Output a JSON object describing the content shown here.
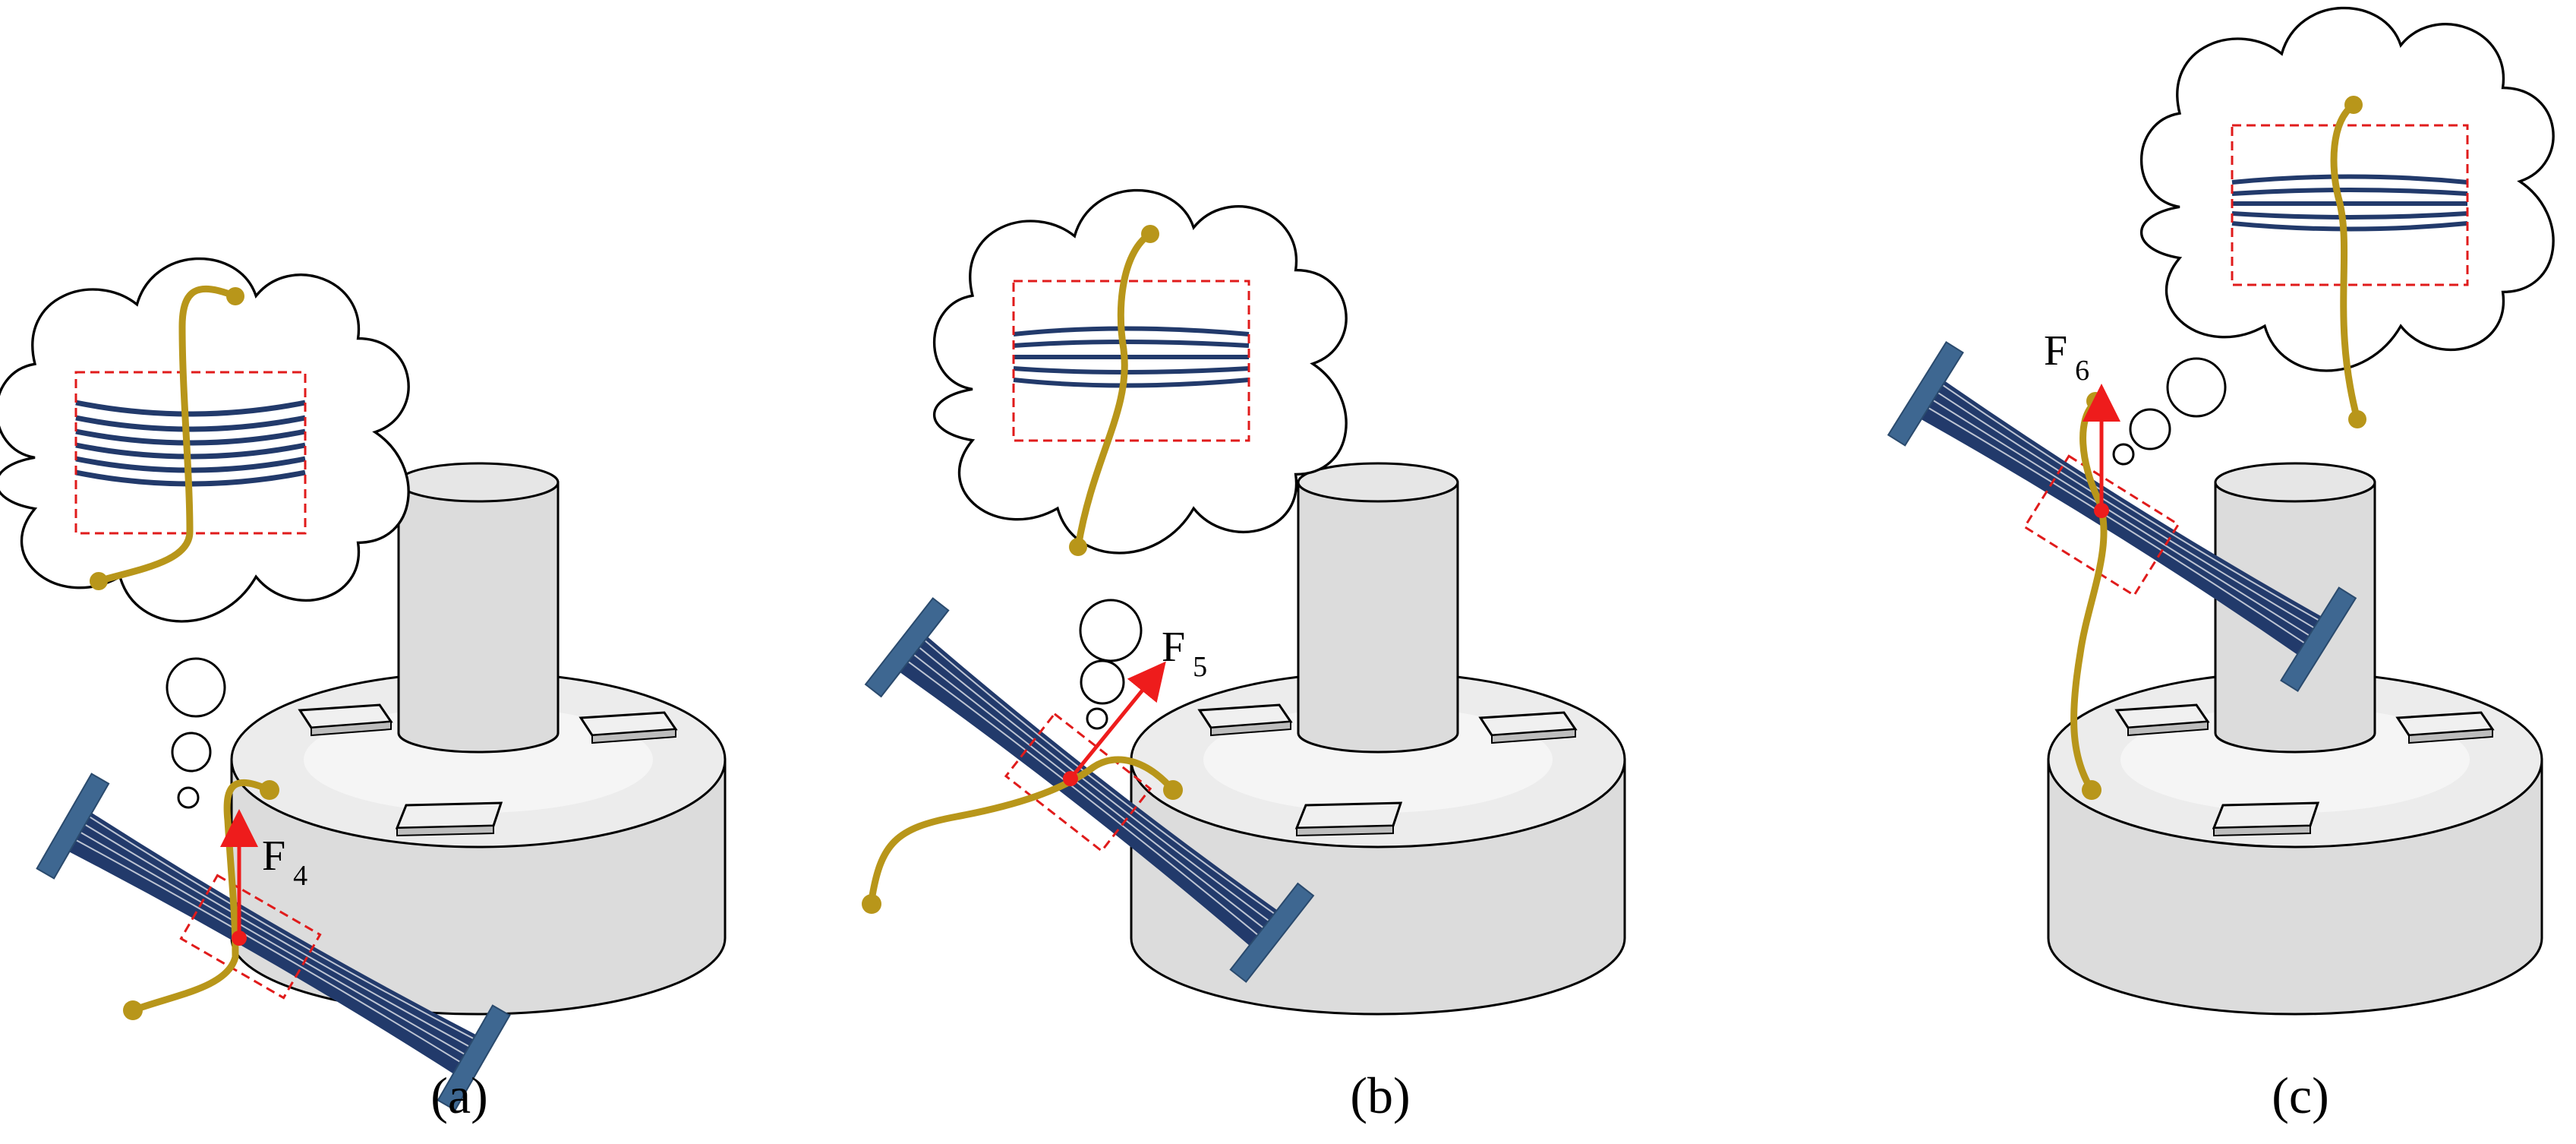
{
  "panels": [
    {
      "id": "a",
      "caption": "(a)",
      "force": {
        "main": "F",
        "sub": "4"
      }
    },
    {
      "id": "b",
      "caption": "(b)",
      "force": {
        "main": "F",
        "sub": "5"
      }
    },
    {
      "id": "c",
      "caption": "(c)",
      "force": {
        "main": "F",
        "sub": "6"
      }
    }
  ],
  "colors": {
    "bundle": "#223a6b",
    "plate": "#3e6791",
    "rope": "#b8961a",
    "force": "#ee1c1c",
    "box": "#e01b1b",
    "stand_top": "#ececec",
    "stand_side": "#dcdcdc"
  },
  "icons": [
    "cloud-icon",
    "fiber-bundle-icon",
    "rope-icon",
    "force-arrow-icon",
    "cylinder-stand-icon"
  ]
}
